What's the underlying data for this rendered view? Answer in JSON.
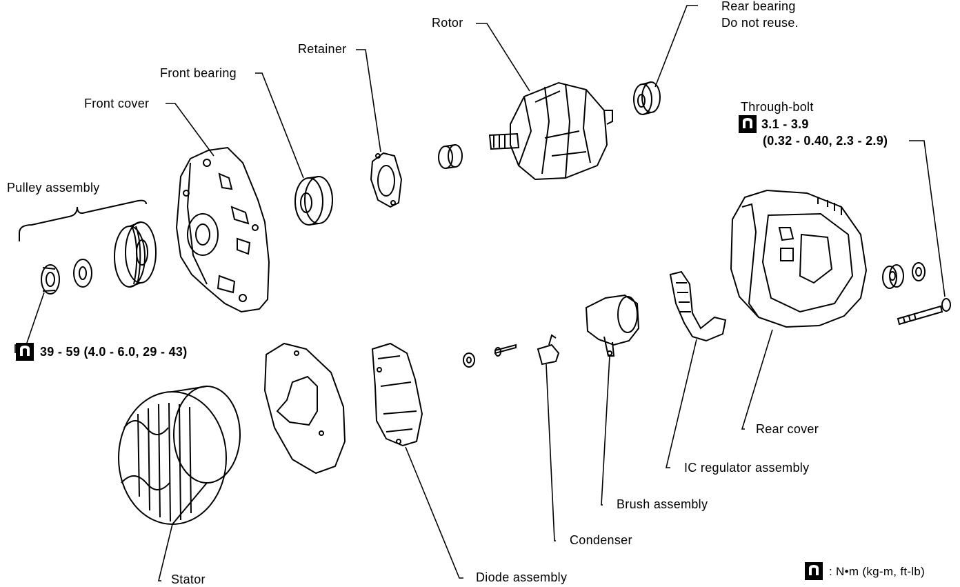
{
  "labels": {
    "rotor": "Rotor",
    "rear_bearing_line1": "Rear bearing",
    "rear_bearing_line2": "Do not reuse.",
    "retainer": "Retainer",
    "front_bearing": "Front bearing",
    "front_cover": "Front cover",
    "through_bolt": "Through-bolt",
    "through_bolt_torque1": "3.1 - 3.9",
    "through_bolt_torque2": "(0.32 - 0.40, 2.3 - 2.9)",
    "pulley_assembly": "Pulley assembly",
    "pulley_torque": "39 - 59 (4.0 - 6.0, 29 - 43)",
    "rear_cover": "Rear cover",
    "ic_regulator": "IC regulator assembly",
    "brush_assembly": "Brush assembly",
    "condenser": "Condenser",
    "diode_assembly": "Diode assembly",
    "stator": "Stator",
    "legend": ": N•m (kg-m, ft-lb)"
  },
  "icons": {
    "torque": "torque-wrench-icon"
  }
}
